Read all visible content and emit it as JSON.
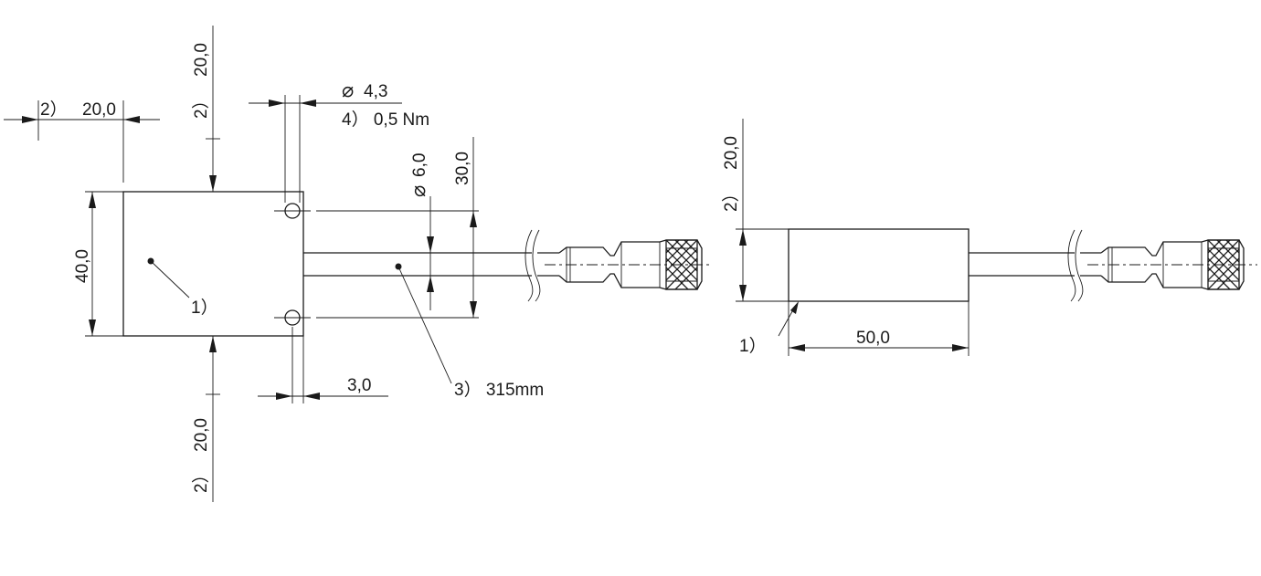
{
  "front_view": {
    "dim_side_margin": "20,0",
    "dim_side_ref": "2）",
    "dim_top_margin": "20,0",
    "dim_top_ref": "2）",
    "dim_bottom_margin": "20,0",
    "dim_bottom_ref": "2）",
    "dim_hole_diameter": "4,3",
    "torque": "4）  0,5 Nm",
    "dim_cable_diameter": "6,0",
    "dim_hole_spacing": "30,0",
    "dim_height": "40,0",
    "dim_hole_offset": "3,0",
    "sensing_face_ref": "1）",
    "cable_length": "3）  315mm"
  },
  "side_view": {
    "dim_top_margin": "20,0",
    "dim_top_ref": "2）",
    "dim_length": "50,0",
    "sensing_face_ref": "1）"
  },
  "symbols": {
    "diameter": "⌀"
  }
}
